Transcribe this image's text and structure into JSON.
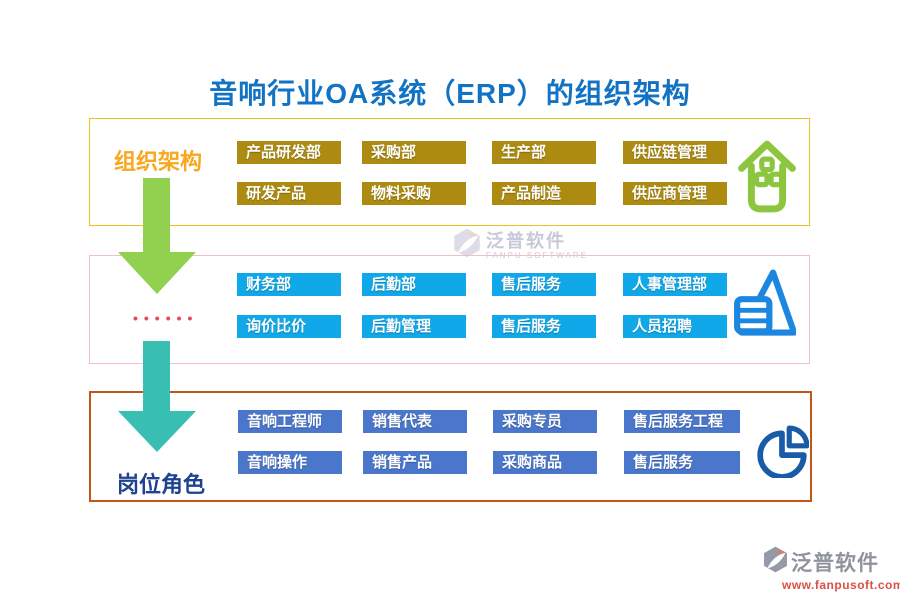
{
  "title": "音响行业OA系统（ERP）的组织架构",
  "colors": {
    "title_blue": "#1273C4",
    "org_border": "#E9C21E",
    "org_button": "#AC8B10",
    "org_label": "#F8A71F",
    "org_icon_green": "#8CC63E",
    "dept_border": "#F5BCCA",
    "dept_button": "#10A8E8",
    "dept_dots_red": "#E8465A",
    "dept_icon_blue": "#1C87E0",
    "role_border": "#C2571B",
    "role_button": "#4A76CB",
    "role_label": "#1F4290",
    "role_icon_blue": "#1A5BA8",
    "arrow_green": "#92D050",
    "arrow_teal": "#38BFB2"
  },
  "sections": [
    {
      "label": "组织架构",
      "icon": "home-icon",
      "rows": [
        [
          "产品研发部",
          "采购部",
          "生产部",
          "供应链管理"
        ],
        [
          "研发产品",
          "物料采购",
          "产品制造",
          "供应商管理"
        ]
      ]
    },
    {
      "dots": "••••••",
      "icon": "triangle-list-icon",
      "rows": [
        [
          "财务部",
          "后勤部",
          "售后服务",
          "人事管理部"
        ],
        [
          "询价比价",
          "后勤管理",
          "售后服务",
          "人员招聘"
        ]
      ]
    },
    {
      "label": "岗位角色",
      "icon": "pie-chart-icon",
      "rows": [
        [
          "音响工程师",
          "销售代表",
          "采购专员",
          "售后服务工程"
        ],
        [
          "音响操作",
          "销售产品",
          "采购商品",
          "售后服务"
        ]
      ]
    }
  ],
  "watermark_center": {
    "brand": "泛普软件",
    "sub": "FANPU SOFTWARE"
  },
  "watermark_corner": {
    "brand": "泛普软件",
    "url": "www.fanpusoft.com"
  }
}
